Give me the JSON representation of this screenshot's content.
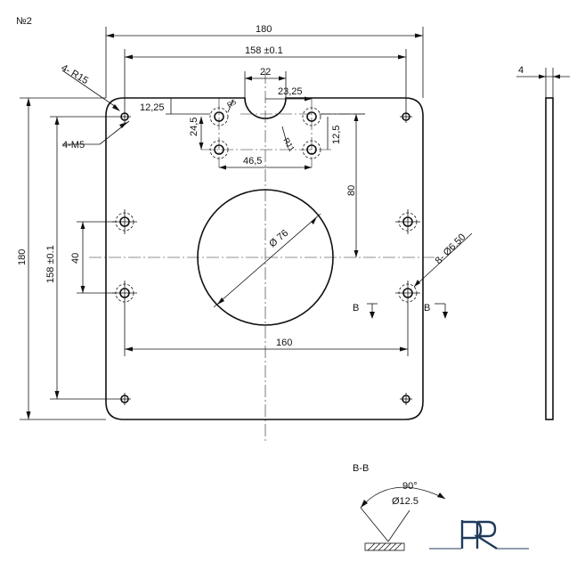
{
  "sheet_number": "№2",
  "dims": {
    "width_total": "180",
    "width_holes": "158 ±0.1",
    "slot_width": "22",
    "slot_offset": "23,25",
    "corner_radius": "4- R15",
    "tap": "4-M5",
    "slot_depth": "12,25",
    "hole_spacing_v": "24,5",
    "small_radius": "R5",
    "slot_radius": "R11",
    "small_v": "12,5",
    "hole_spacing_h": "46,5",
    "center_drop": "80",
    "big_hole": "Ø 76",
    "counter_sink": "8- Ø6.50",
    "height_total": "180",
    "height_holes": "158 ±0.1",
    "side_gap": "40",
    "bottom_span": "160",
    "thickness": "4"
  },
  "section": {
    "marker_left": "B",
    "marker_right": "B",
    "title": "B-B",
    "angle": "90°",
    "diameter": "Ø12.5"
  },
  "logo": {
    "text": "PR"
  }
}
